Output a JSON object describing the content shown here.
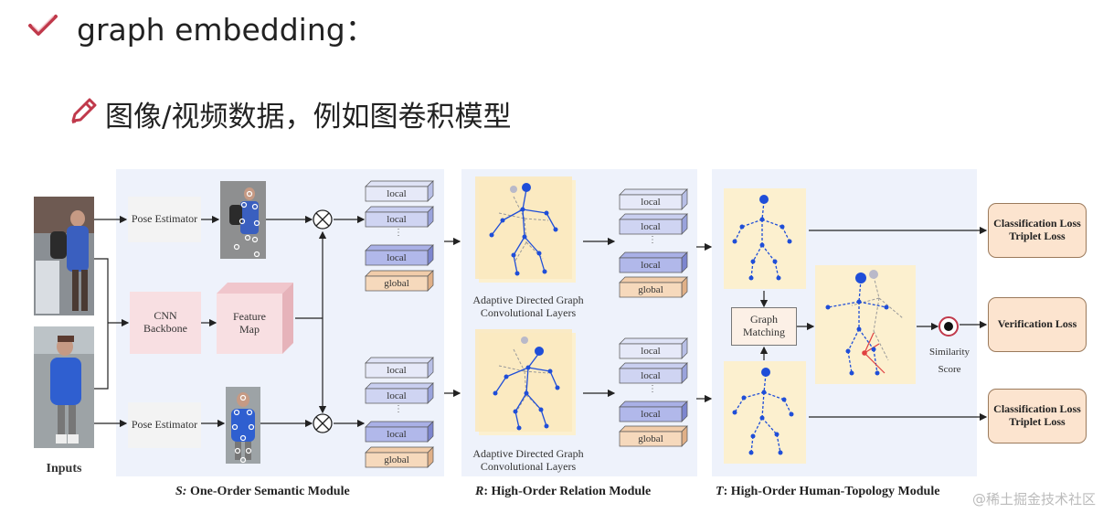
{
  "header": {
    "title": "graph embedding：",
    "subtitle": "图像/视频数据，例如图卷积模型"
  },
  "inputs_label": "Inputs",
  "pose_estimator": "Pose Estimator",
  "cnn_backbone": "CNN\nBackbone",
  "feature_map": "Feature\nMap",
  "local": "local",
  "global": "global",
  "adgcl_caption": "Adaptive Directed Graph\nConvolutional Layers",
  "graph_matching": "Graph\nMatching",
  "similarity_score": "Similarity\nScore",
  "losses": {
    "top": "Classification Loss\nTriplet Loss",
    "middle": "Verification Loss",
    "bottom": "Classification Loss\nTriplet Loss"
  },
  "modules": {
    "s_letter": "S:",
    "s_name": " One-Order Semantic Module",
    "r_letter": "R",
    "r_name": ": High-Order Relation Module",
    "t_letter": "T",
    "t_name": ": High-Order Human-Topology Module"
  },
  "watermark": "@稀土掘金技术社区",
  "colors": {
    "panel": "#eef2fb",
    "local_box": "#c9cff0",
    "global_box": "#f6d9bc",
    "loss_box": "#fce4cf",
    "skeleton_bg": "#fcf0cf",
    "joint": "#1f4ed8",
    "accent_check": "#c0394b"
  }
}
